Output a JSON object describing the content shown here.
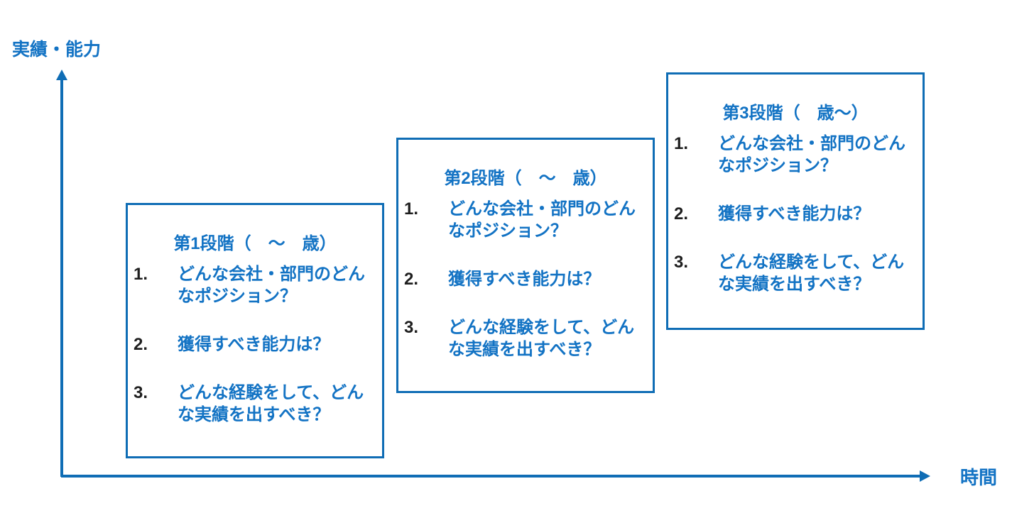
{
  "diagram": {
    "y_axis": {
      "label": "実績・能力"
    },
    "x_axis": {
      "label": "時間"
    },
    "colors": {
      "axis_and_border_blue": "#0F6DB5",
      "text_blue": "#1373C4",
      "list_number_dark": "#1f1f1f",
      "background": "#ffffff"
    },
    "stages": [
      {
        "title": "第1段階（　～　歳）",
        "items": [
          {
            "num": "1.",
            "text": "どんな会社・部門のどんなポジション？"
          },
          {
            "num": "2.",
            "text": "獲得すべき能力は？"
          },
          {
            "num": "3.",
            "text": "どんな経験をして、どんな実績を出すべき？"
          }
        ]
      },
      {
        "title": "第2段階（　～　歳）",
        "items": [
          {
            "num": "1.",
            "text": "どんな会社・部門のどんなポジション？"
          },
          {
            "num": "2.",
            "text": "獲得すべき能力は？"
          },
          {
            "num": "3.",
            "text": "どんな経験をして、どんな実績を出すべき？"
          }
        ]
      },
      {
        "title": "第3段階（　歳～）",
        "items": [
          {
            "num": "1.",
            "text": "どんな会社・部門のどんなポジション？"
          },
          {
            "num": "2.",
            "text": "獲得すべき能力は？"
          },
          {
            "num": "3.",
            "text": "どんな経験をして、どんな実績を出すべき？"
          }
        ]
      }
    ]
  }
}
